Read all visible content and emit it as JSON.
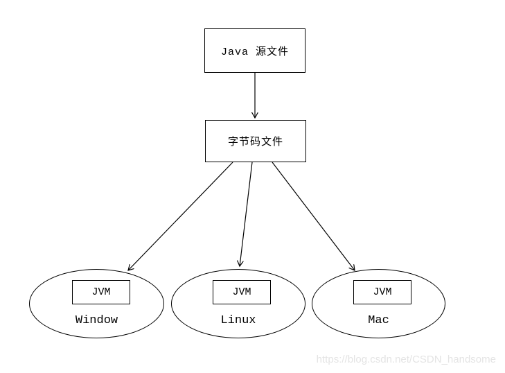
{
  "diagram": {
    "top_box": {
      "label": "Java 源文件"
    },
    "middle_box": {
      "label": "字节码文件"
    },
    "platforms": [
      {
        "jvm_label": "JVM",
        "os_label": "Window"
      },
      {
        "jvm_label": "JVM",
        "os_label": "Linux"
      },
      {
        "jvm_label": "JVM",
        "os_label": "Mac"
      }
    ],
    "arrows": [
      {
        "name": "source-to-bytecode",
        "from": "Java 源文件",
        "to": "字节码文件"
      },
      {
        "name": "bytecode-to-window",
        "from": "字节码文件",
        "to": "Window"
      },
      {
        "name": "bytecode-to-linux",
        "from": "字节码文件",
        "to": "Linux"
      },
      {
        "name": "bytecode-to-mac",
        "from": "字节码文件",
        "to": "Mac"
      }
    ],
    "watermark": "https://blog.csdn.net/CSDN_handsome",
    "colors": {
      "line": "#000000",
      "background": "#ffffff",
      "watermark_text": "#e4e4e4"
    }
  }
}
